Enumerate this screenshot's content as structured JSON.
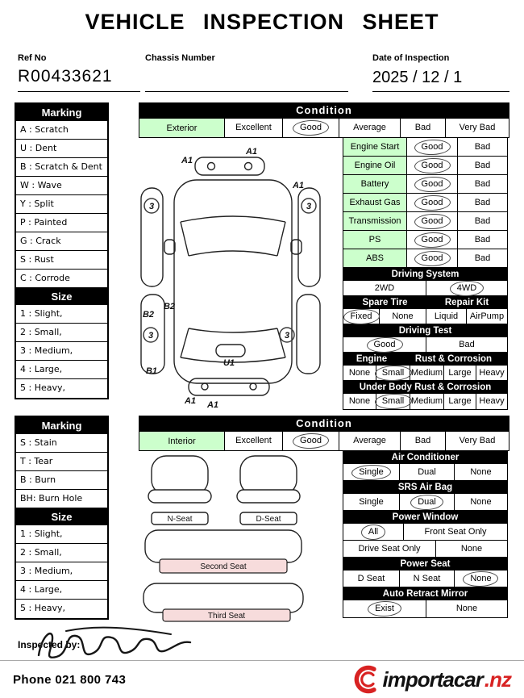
{
  "title": "VEHICLE INSPECTION SHEET",
  "header": {
    "ref_no_label": "Ref No",
    "ref_no_value": "R00433621",
    "chassis_label": "Chassis Number",
    "chassis_value": "",
    "date_label": "Date of Inspection",
    "date_value": "2025 / 12 / 1"
  },
  "colors": {
    "accent_green": "#ccffcc",
    "seat_pink": "#f7dcdc",
    "logo_red": "#d82222"
  },
  "exterior": {
    "marking_header": "Marking",
    "markings": [
      "A : Scratch",
      "U : Dent",
      "B : Scratch & Dent",
      "W : Wave",
      "Y : Split",
      "P : Painted",
      "G : Crack",
      "S : Rust",
      "C : Corrode"
    ],
    "size_header": "Size",
    "sizes": [
      "1 : Slight,",
      "2 : Small,",
      "3 : Medium,",
      "4 : Large,",
      "5 : Heavy,"
    ],
    "condition_header": "Condition",
    "rating": {
      "label": "Exterior",
      "options": [
        {
          "label": "Excellent",
          "circled": false
        },
        {
          "label": "Good",
          "circled": true
        },
        {
          "label": "Average",
          "circled": false
        },
        {
          "label": "Bad",
          "circled": false
        },
        {
          "label": "Very Bad",
          "circled": false
        }
      ]
    },
    "checks": [
      {
        "label": "Engine Start",
        "good": {
          "label": "Good",
          "circled": true
        },
        "bad": {
          "label": "Bad",
          "circled": false
        }
      },
      {
        "label": "Engine Oil",
        "good": {
          "label": "Good",
          "circled": true
        },
        "bad": {
          "label": "Bad",
          "circled": false
        }
      },
      {
        "label": "Battery",
        "good": {
          "label": "Good",
          "circled": true
        },
        "bad": {
          "label": "Bad",
          "circled": false
        }
      },
      {
        "label": "Exhaust Gas",
        "good": {
          "label": "Good",
          "circled": true
        },
        "bad": {
          "label": "Bad",
          "circled": false
        }
      },
      {
        "label": "Transmission",
        "good": {
          "label": "Good",
          "circled": true
        },
        "bad": {
          "label": "Bad",
          "circled": false
        }
      },
      {
        "label": "PS",
        "good": {
          "label": "Good",
          "circled": true
        },
        "bad": {
          "label": "Bad",
          "circled": false
        }
      },
      {
        "label": "ABS",
        "good": {
          "label": "Good",
          "circled": true
        },
        "bad": {
          "label": "Bad",
          "circled": false
        }
      }
    ],
    "driving_system": {
      "header": "Driving System",
      "options": [
        {
          "label": "2WD",
          "circled": false
        },
        {
          "label": "4WD",
          "circled": true
        }
      ]
    },
    "spare_repair": {
      "header_left": "Spare Tire",
      "header_right": "Repair Kit",
      "options": [
        {
          "label": "Fixed",
          "circled": true
        },
        {
          "label": "None",
          "circled": false
        },
        {
          "label": "Liquid",
          "circled": false
        },
        {
          "label": "AirPump",
          "circled": false
        }
      ]
    },
    "driving_test": {
      "header": "Driving Test",
      "options": [
        {
          "label": "Good",
          "circled": true
        },
        {
          "label": "Bad",
          "circled": false
        }
      ]
    },
    "engine_rust": {
      "header_left": "Engine",
      "header_right": "Rust & Corrosion",
      "options": [
        {
          "label": "None",
          "circled": false
        },
        {
          "label": "Small",
          "circled": true
        },
        {
          "label": "Medium",
          "circled": false
        },
        {
          "label": "Large",
          "circled": false
        },
        {
          "label": "Heavy",
          "circled": false
        }
      ]
    },
    "under_body_rust": {
      "header": "Under Body Rust & Corrosion",
      "options": [
        {
          "label": "None",
          "circled": false
        },
        {
          "label": "Small",
          "circled": true
        },
        {
          "label": "Medium",
          "circled": false
        },
        {
          "label": "Large",
          "circled": false
        },
        {
          "label": "Heavy",
          "circled": false
        }
      ]
    },
    "diagram_labels": [
      "A1",
      "A1",
      "A1",
      "3",
      "3",
      "B2",
      "B2",
      "3",
      "3",
      "B1",
      "U1",
      "A1",
      "A1"
    ]
  },
  "interior": {
    "marking_header": "Marking",
    "markings": [
      "S : Stain",
      "T : Tear",
      "B : Burn",
      "BH: Burn Hole"
    ],
    "size_header": "Size",
    "sizes": [
      "1 : Slight,",
      "2 : Small,",
      "3 : Medium,",
      "4 : Large,",
      "5 : Heavy,"
    ],
    "condition_header": "Condition",
    "rating": {
      "label": "Interior",
      "options": [
        {
          "label": "Excellent",
          "circled": false
        },
        {
          "label": "Good",
          "circled": true
        },
        {
          "label": "Average",
          "circled": false
        },
        {
          "label": "Bad",
          "circled": false
        },
        {
          "label": "Very Bad",
          "circled": false
        }
      ]
    },
    "seats": {
      "n_seat": "N-Seat",
      "d_seat": "D-Seat",
      "second_seat": "Second Seat",
      "third_seat": "Third  Seat"
    },
    "air_conditioner": {
      "header": "Air Conditioner",
      "options": [
        {
          "label": "Single",
          "circled": true
        },
        {
          "label": "Dual",
          "circled": false
        },
        {
          "label": "None",
          "circled": false
        }
      ]
    },
    "srs_air_bag": {
      "header": "SRS Air Bag",
      "options": [
        {
          "label": "Single",
          "circled": false
        },
        {
          "label": "Dual",
          "circled": true
        },
        {
          "label": "None",
          "circled": false
        }
      ]
    },
    "power_window": {
      "header": "Power Window",
      "row1": [
        {
          "label": "All",
          "circled": true
        },
        {
          "label": "Front Seat Only",
          "circled": false
        }
      ],
      "row2": [
        {
          "label": "Drive Seat Only",
          "circled": false
        },
        {
          "label": "None",
          "circled": false
        }
      ]
    },
    "power_seat": {
      "header": "Power Seat",
      "options": [
        {
          "label": "D Seat",
          "circled": false
        },
        {
          "label": "N Seat",
          "circled": false
        },
        {
          "label": "None",
          "circled": true
        }
      ]
    },
    "auto_retract_mirror": {
      "header": "Auto Retract Mirror",
      "options": [
        {
          "label": "Exist",
          "circled": true
        },
        {
          "label": "None",
          "circled": false
        }
      ]
    }
  },
  "footer": {
    "inspected_by_label": "Inspected by:",
    "phone": "Phone 021 800 743",
    "logo_text": "importacar",
    "logo_suffix": ".nz"
  }
}
